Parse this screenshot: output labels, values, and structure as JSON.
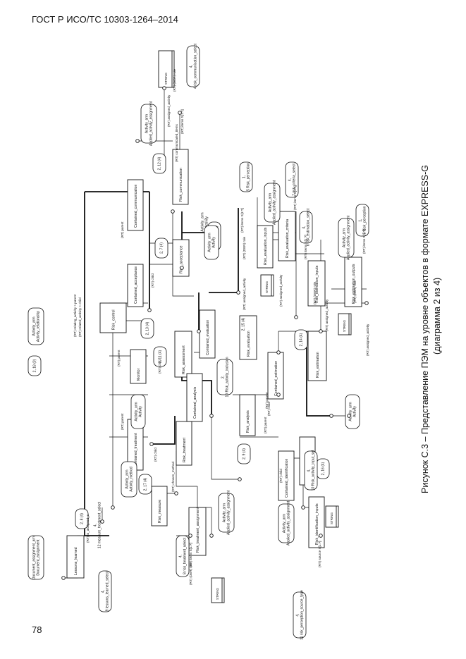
{
  "header": {
    "doc_id": "ГОСТ Р ИСО/ТС 10303-1264–2014"
  },
  "page_number": "78",
  "caption": {
    "line1": "Рисунок С.3 – Представление ПЭМ на уровне объектов в формате EXPRESS-G",
    "line2": "(диаграмма 2 из 4)"
  },
  "entities": {
    "risk_control": "Risk_control",
    "risk_acceptance": "Risk_acceptance",
    "risk_communication": "Risk_communication",
    "risk_evaluation": "Risk_evaluation",
    "risk_evaluation_criteria": "Risk_evaluation_criteria",
    "risk_evaluation_inputs": "Risk_evaluation_inputs",
    "risk_estimation": "Risk_estimation",
    "risk_estimation_inputs": "Risk_estimation_inputs",
    "risk_estimation_outputs": "Risk_estimation_outputs",
    "risk_assessment": "Risk_assessment",
    "risk_analysis": "Risk_analysis",
    "risk_identification": "Risk_identification",
    "risk_identification_inputs": "Risk_identification_inputs",
    "risk_treatment": "Risk_treatment",
    "risk_treatment_assignment": "Risk_treatment_assignment",
    "risk_measure": "Risk_measure",
    "monitor": "Monitor",
    "contained_communication": "Contained_communication",
    "contained_acceptance": "Contained_acceptance",
    "contained_evaluation": "Contained_evaluation",
    "contained_estimation": "Contained_estimation",
    "contained_analysis": "Contained_analysis",
    "contained_identification": "Contained_identification",
    "contained_treatment": "Contained_treatment",
    "lessons_learned": "Lessons_learned",
    "string1": "STRING",
    "string2": "STRING",
    "string3": "STRING",
    "string4": "STRING",
    "string5": "STRING"
  },
  "refs": {
    "r_comm": "4, 4 risk_communication_select",
    "r_evc": "4, 7 risk_criteria_select",
    "r_eoi": "4, 6 risk_estimation_select",
    "r_perc1": "1, 5 Risk_perception",
    "r_perc2": "1, 5 Risk_perception",
    "r_activ": "4, 5 risk_activity",
    "r_aaa1": "Activity_arm Applied_activity_assignment",
    "r_aaa2": "Activity_arm Applied_activity_assignment",
    "r_aaa3": "Activity_arm Applied_activity_assignment",
    "r_aaa4": "Activity_arm Applied_activity_assignment",
    "r_aaa5": "Activity_arm Applied_activity_assignment",
    "r_act1": "Activity_arm Activity",
    "r_act2": "Activity_arm Activity",
    "r_act3": "Activity_arm Activity",
    "r_act4": "Activity_arm Activity",
    "r_actrel": "Activity_arm Activity_relationship",
    "r_actmeth": "Activity_arm Activity_method",
    "r_docass": "Document_assignment_arm Document_assignment",
    "r_lsel": "4, 9 lessons_learned_select",
    "r_2_12": "2, 12 (4)",
    "r_2_7": "2, 7 (4)",
    "r_2_13": "2, 13 (4)",
    "r_2_14": "2, 14 (4)",
    "r_2_11": "2, 11 (4)",
    "r_2_15": "2, 15 (4)",
    "r_2_10": "2, 10 Risk_activity_inclusion",
    "r_2_16": "2, 16 (4)",
    "r_2_18": "2, 18 (3)",
    "r_2_17": "2, 17 (4)",
    "r_2_8": "2, 8 (4)",
    "r_4_10": "4, 10 Risk_activity_input_sel",
    "r_2_9": "2, 9 (4)",
    "r_4_8": "4, 8 risk_treatment_select",
    "r_4_11": "4, 11 risk_perception_source_type",
    "r_4_12": "4, 12 measure_treatment_select"
  },
  "labels": {
    "l_id1": "(RT) (DER) role",
    "l_items1": "(RT) items S[1:?]",
    "l_commitems": "(RT) communicated_items",
    "l_assact1": "(RT) assigned_activity",
    "l_parent": "(RT) parent",
    "l_child": "(RT) child",
    "l_relating": "(RT) relating_activity > parent",
    "l_related": "(RT) related_activity > child",
    "l_items2": "(RT) items S[1:?]",
    "l_role2": "(RT) (DER) role",
    "l_assact2": "(RT) assigned_activity",
    "l_items3": "(RT) items S[1:?]",
    "l_assact3": "(RT) assigned_activity",
    "l_items4": "(RT) items S[1:?]",
    "l_role4": "(RT) (DER) role",
    "l_assact4": "(RT) assigned_activity",
    "l_items5": "(RT) items S[1:?]",
    "l_role5": "(RT) (DER) role",
    "l_assact5": "(RT) assigned_activity",
    "l_chosen": "(RT) chosen_method",
    "l_to": "(RT) to_assigned_s",
    "l_items6": "(RT) items S[1:?]",
    "l_role6": "(RT) (DER) role",
    "l_source": "(RT) source S[1:?]",
    "l_parent2": "(RT) parent",
    "l_child2": "(RT) child",
    "l_parent3": "(RT) parent",
    "l_child3": "(RT) child",
    "l_parent4": "(RT) parent",
    "l_child4": "(RT) child",
    "l_parent5": "(RT) parent",
    "l_child5": "(RT) child"
  }
}
